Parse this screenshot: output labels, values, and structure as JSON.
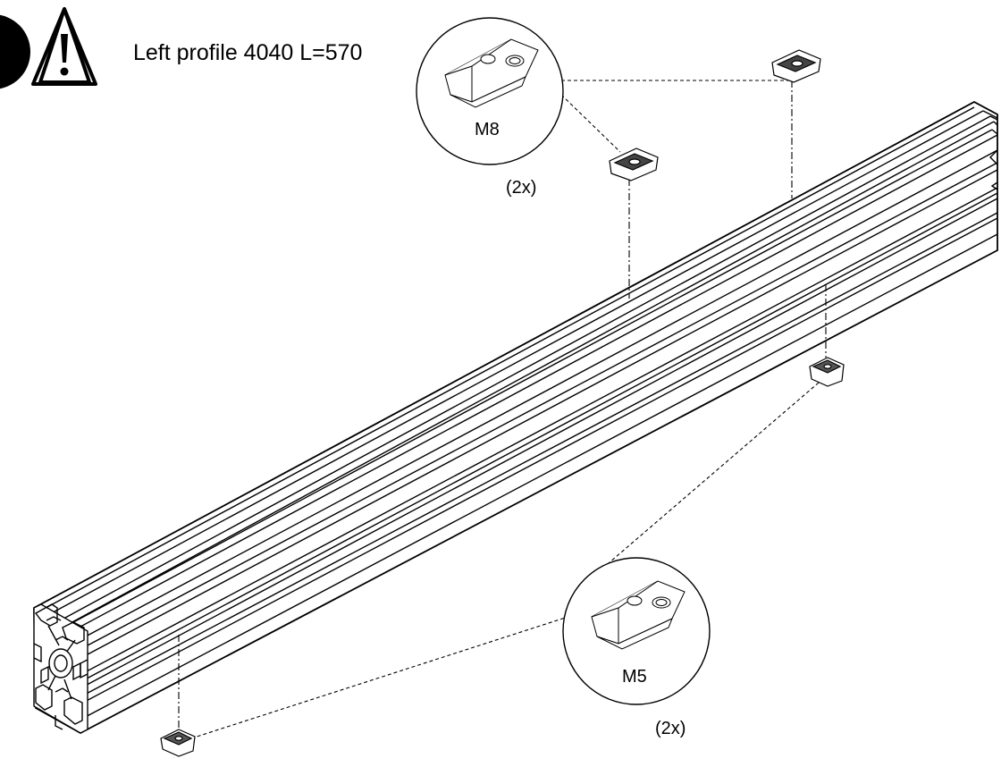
{
  "instruction": {
    "text": "Left profile 4040 L=570",
    "warning_icon": "warning-triangle-icon"
  },
  "callouts": [
    {
      "part": "t-slot-nut-m8",
      "label": "M8",
      "quantity": "(2x)"
    },
    {
      "part": "t-slot-nut-m5",
      "label": "M5",
      "quantity": "(2x)"
    }
  ],
  "colors": {
    "line": "#000000",
    "profile_fill": "#ffffff",
    "step_badge": "#000000"
  }
}
